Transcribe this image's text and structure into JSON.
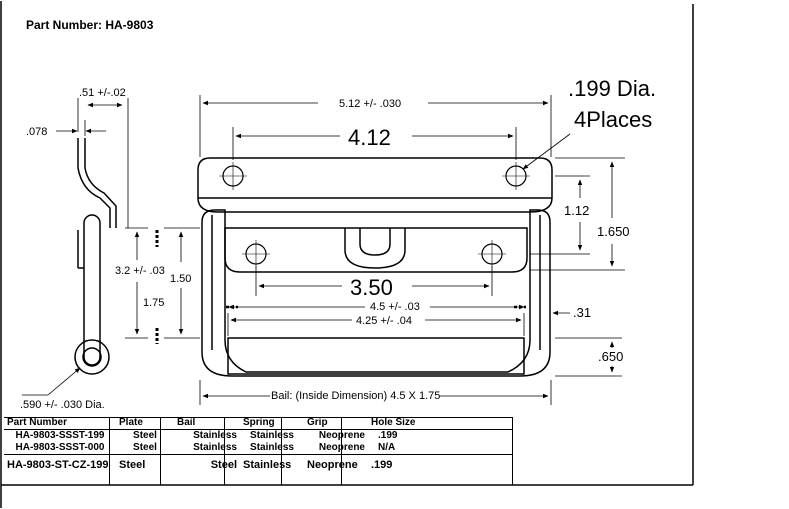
{
  "title": "Part Number: HA-9803",
  "dims": {
    "side_top": ".51 +/-.02",
    "side_thickness": ".078",
    "overall_width": "5.12 +/- .030",
    "hole_spacing": "4.12",
    "hole_dia_line1": ".199 Dia.",
    "hole_dia_line2": "4Places",
    "height_112": "1.12",
    "height_1650": "1.650",
    "inner_spacing": "3.50",
    "dim_32": "3.2 +/- .03",
    "dim_150": "1.50",
    "dim_175": "1.75",
    "dim_45": "4.5 +/- .03",
    "dim_425": "4.25 +/- .04",
    "dim_31": ".31",
    "dim_650": ".650",
    "bail_dia": ".590 +/- .030 Dia.",
    "bail_inside": "Bail:  (Inside Dimension) 4.5 X 1.75"
  },
  "table": {
    "headers": [
      "Part Number",
      "Plate",
      "Bail",
      "Spring",
      "Grip",
      "Hole Size"
    ],
    "rows": [
      [
        "HA-9803-SSST-199",
        "Steel",
        "Stainless",
        "Stainless",
        "Neoprene",
        ".199"
      ],
      [
        "HA-9803-SSST-000",
        "Steel",
        "Stainless",
        "Stainless",
        "Neoprene",
        "N/A"
      ],
      [
        "HA-9803-ST-CZ-199",
        "Steel",
        "Steel",
        "Stainless",
        "Neoprene",
        ".199"
      ]
    ]
  }
}
